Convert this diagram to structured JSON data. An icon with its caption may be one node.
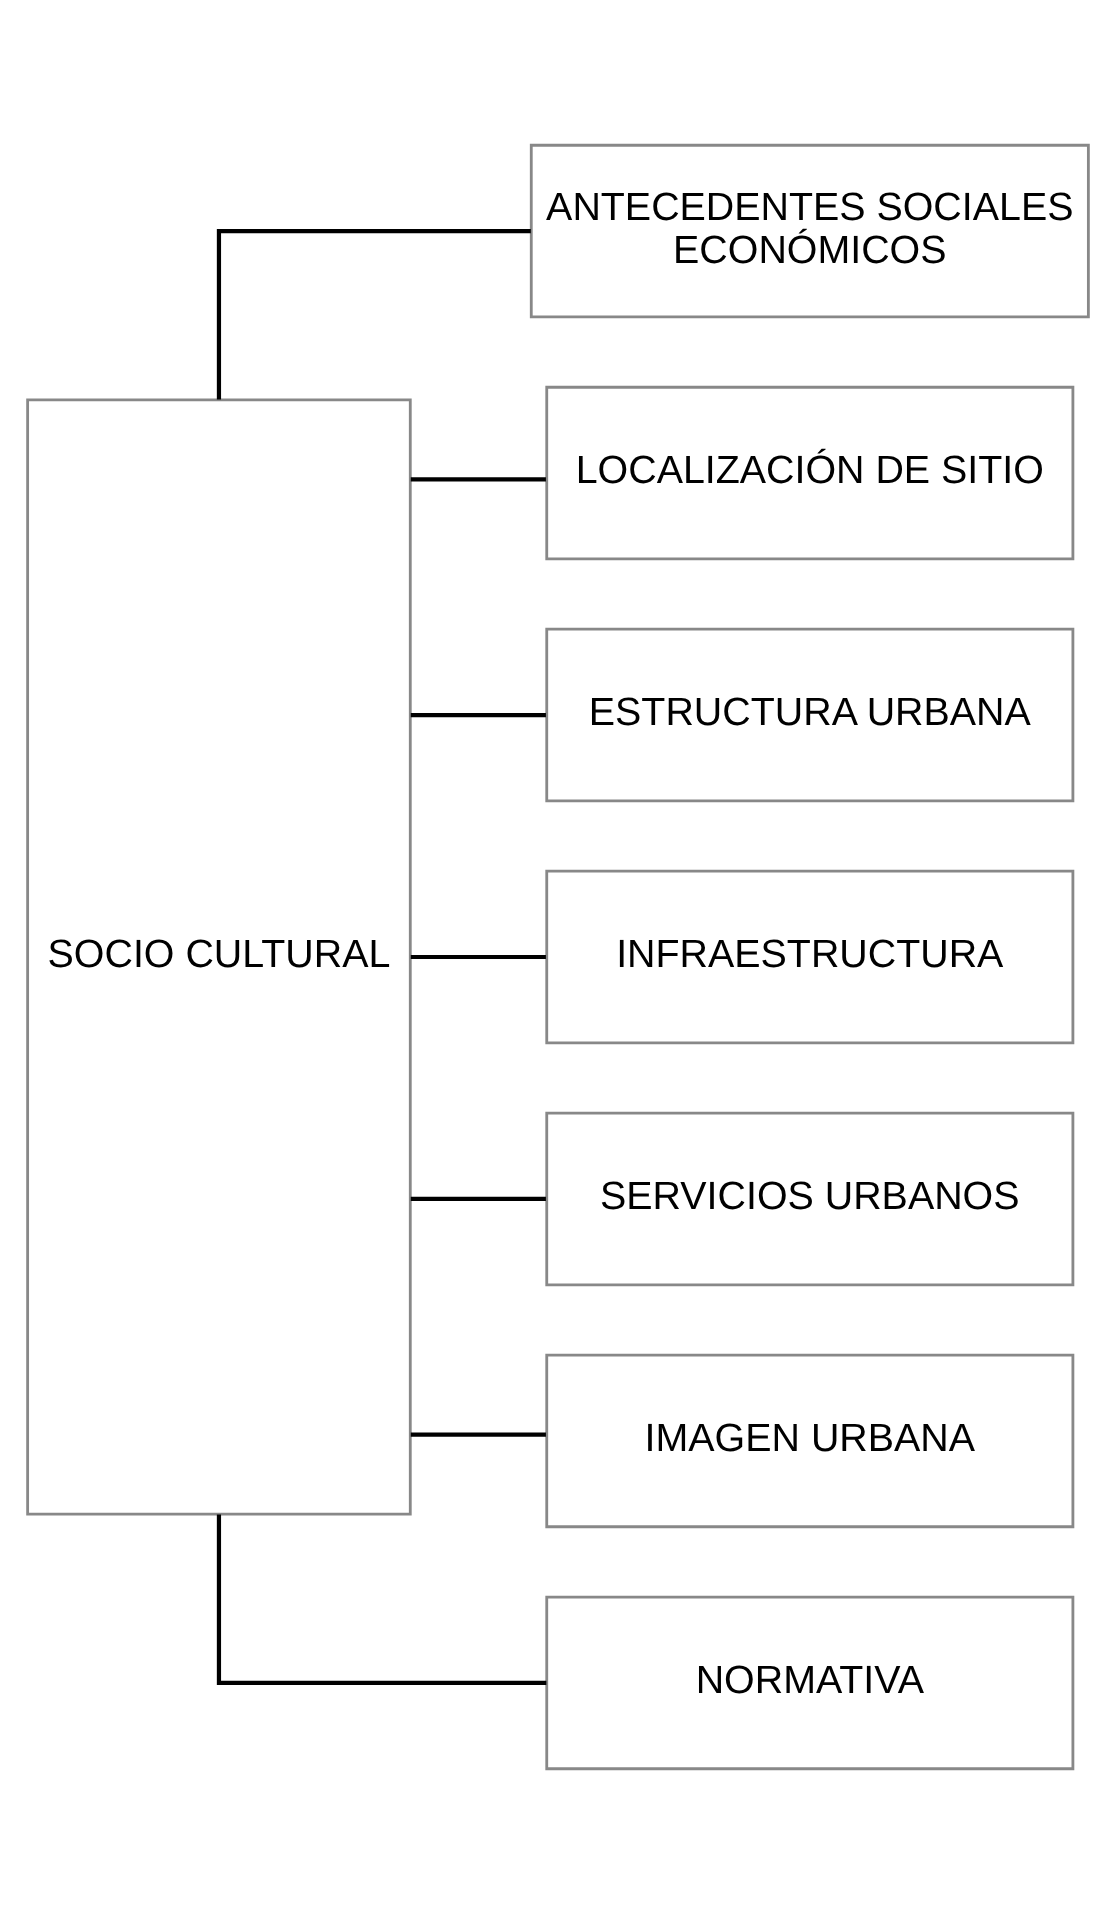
{
  "diagram": {
    "nodes": [
      {
        "text": [
          "SOCIO CULTURAL"
        ]
      },
      {
        "text": [
          "ANTECEDENTES SOCIALES ECONÓMICOS"
        ]
      },
      {
        "text": [
          "LOCALIZACIÓN DE SITIO"
        ]
      },
      {
        "text": [
          "ESTRUCTURA URBANA"
        ]
      },
      {
        "text": [
          "INFRAESTRUCTURA"
        ]
      },
      {
        "text": [
          "SERVICIOS URBANOS"
        ]
      },
      {
        "text": [
          "IMAGEN URBANA"
        ]
      },
      {
        "text": [
          "NORMATIVA"
        ]
      }
    ],
    "edges": [
      {
        "from": 0,
        "to": 1,
        "arrow": "none"
      },
      {
        "from": 0,
        "to": 2,
        "arrow": "none"
      },
      {
        "from": 0,
        "to": 3,
        "arrow": "none"
      },
      {
        "from": 0,
        "to": 4,
        "arrow": "none"
      },
      {
        "from": 0,
        "to": 5,
        "arrow": "none"
      },
      {
        "from": 0,
        "to": 6,
        "arrow": "none"
      },
      {
        "from": 0,
        "to": 7,
        "arrow": "none"
      }
    ]
  }
}
